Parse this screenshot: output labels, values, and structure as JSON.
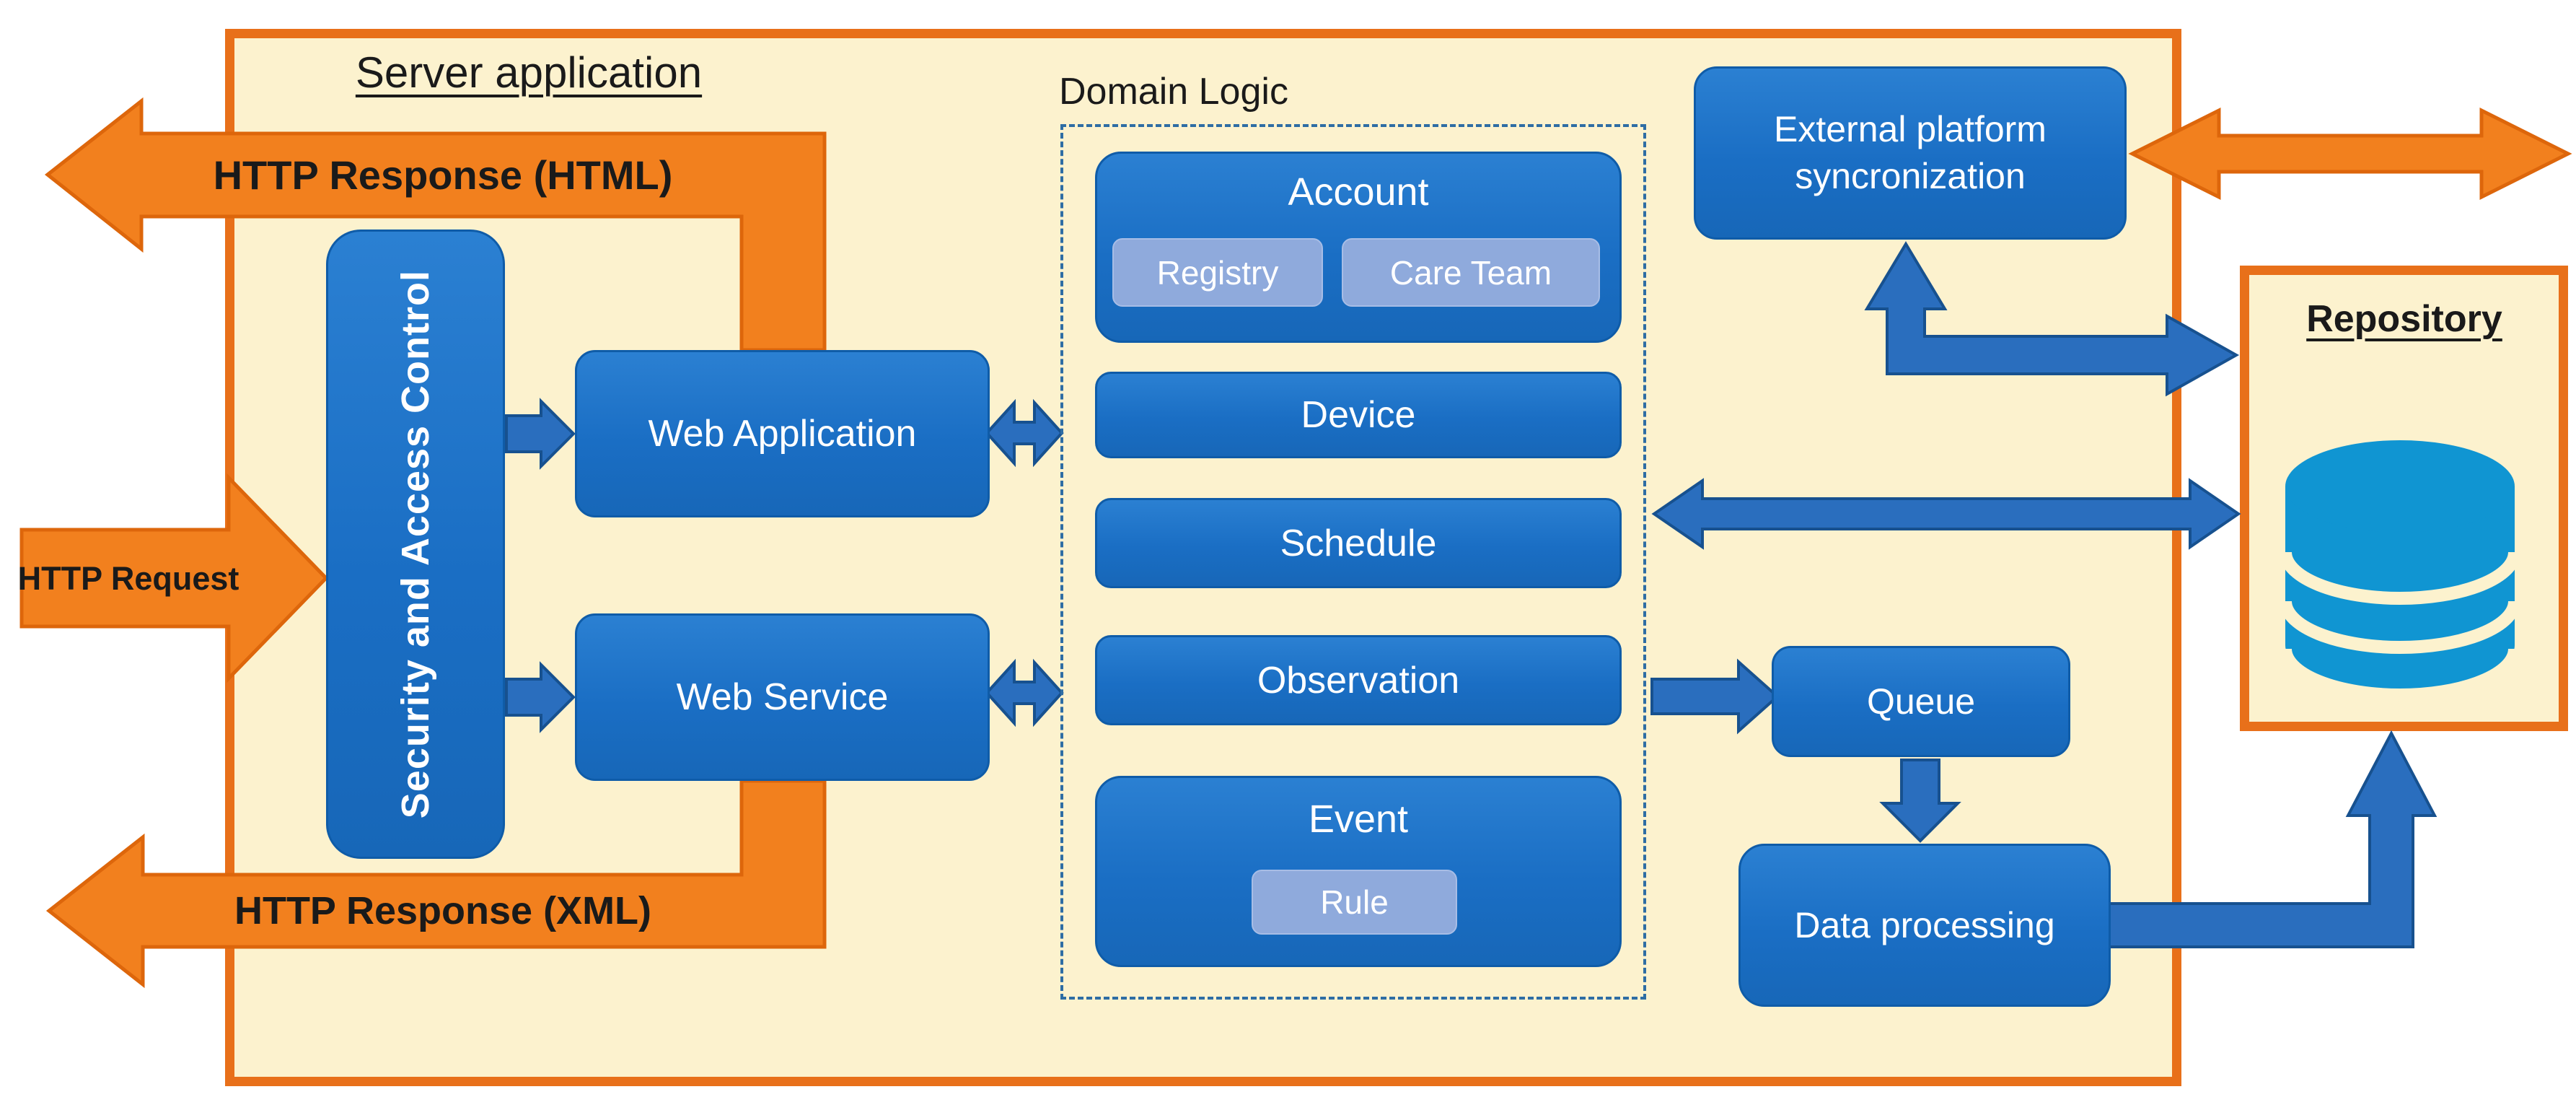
{
  "colors": {
    "canvas_background": "#ffffff",
    "panel_fill": "#fcf2ce",
    "panel_border": "#e8701a",
    "orange_arrow_fill": "#f2801e",
    "orange_arrow_stroke": "#dd660b",
    "blue_box_fill": "#1b72c8",
    "blue_box_border": "#0f5ca8",
    "light_chip_fill": "#8faadc",
    "connector_blue_fill": "#2a6ebe",
    "connector_blue_stroke": "#17518f",
    "dashed_border_blue": "#2e6da4",
    "database_icon_cyan": "#1095d2",
    "dark_text": "#1a1a1a",
    "light_text": "#ffffff"
  },
  "server": {
    "title": "Server application"
  },
  "arrows": {
    "http_response_html": "HTTP Response (HTML)",
    "http_request": "HTTP Request",
    "http_response_xml": "HTTP Response (XML)"
  },
  "security": {
    "label": "Security and Access Control"
  },
  "web_application": {
    "label": "Web Application"
  },
  "web_service": {
    "label": "Web Service"
  },
  "domain_logic": {
    "label": "Domain Logic",
    "account": {
      "label": "Account",
      "sub": [
        "Registry",
        "Care Team"
      ]
    },
    "device": {
      "label": "Device"
    },
    "schedule": {
      "label": "Schedule"
    },
    "observation": {
      "label": "Observation"
    },
    "event": {
      "label": "Event",
      "sub": [
        "Rule"
      ]
    }
  },
  "external_platform": {
    "label": "External platform syncronization"
  },
  "queue": {
    "label": "Queue"
  },
  "data_processing": {
    "label": "Data processing"
  },
  "repository": {
    "label": "Repository"
  }
}
